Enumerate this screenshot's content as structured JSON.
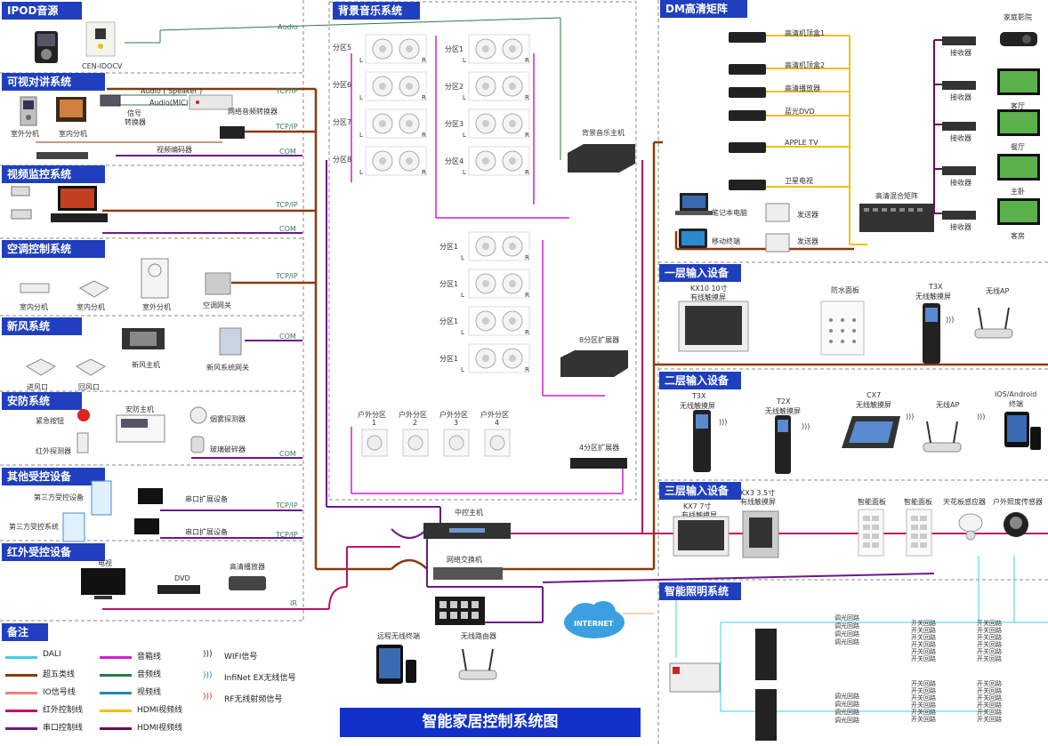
{
  "title": "智能家居控制系统图",
  "sections": {
    "ipod": "IPOD音源",
    "intercom": "可视对讲系统",
    "cctv": "视频监控系统",
    "hvac": "空调控制系统",
    "fresh_air": "新风系统",
    "security": "安防系统",
    "other_ctrl": "其他受控设备",
    "ir_ctrl": "红外受控设备",
    "bgm": "背景音乐系统",
    "dm_matrix": "DM高清矩阵",
    "input1": "一层输入设备",
    "input2": "二层输入设备",
    "input3": "三层输入设备",
    "lighting": "智能照明系统",
    "notes": "备注"
  },
  "line_labels": {
    "audio": "Audio",
    "tcpip": "TCP/IP",
    "com": "COM",
    "ir": "IR",
    "audio_speaker": "Audio ( Speaker )",
    "audio_mic": "Audio(MIC)"
  },
  "ipod": {
    "device": "CEN-IDOCV"
  },
  "intercom": {
    "outdoor": "室外分机",
    "indoor": "室内分机",
    "converter_1": "信号",
    "converter_2": "转换器",
    "net_audio": "网络音频转换器",
    "video_encoder": "视频编码器"
  },
  "hvac": {
    "indoor_1": "室内分机",
    "indoor_2": "室内分机",
    "outdoor": "室外分机",
    "gateway": "空调网关"
  },
  "fresh_air": {
    "host": "新风主机",
    "gateway": "新风系统网关",
    "inlet": "进风口",
    "return": "回风口"
  },
  "security": {
    "host": "安防主机",
    "panic": "紧急按钮",
    "smoke": "烟雾探测器",
    "ir_detector": "红外探测器",
    "glass": "玻璃破碎器"
  },
  "other_ctrl": {
    "third_party_1": "第三方受控设备",
    "third_party_2": "第三方受控系统",
    "serial_1": "串口扩展设备",
    "serial_2": "串口扩展设备"
  },
  "ir_ctrl": {
    "tv": "电视",
    "dvd": "DVD",
    "player": "高清播放器"
  },
  "bgm": {
    "zones_left": [
      "分区5",
      "分区6",
      "分区7",
      "分区8"
    ],
    "zones_right": [
      "分区1",
      "分区2",
      "分区3",
      "分区4"
    ],
    "zones_mid": [
      "分区1",
      "分区1",
      "分区1",
      "分区1"
    ],
    "outdoor_zones": [
      [
        "户外分区",
        "1"
      ],
      [
        "户外分区",
        "2"
      ],
      [
        "户外分区",
        "3"
      ],
      [
        "户外分区",
        "4"
      ]
    ],
    "L": "L",
    "R": "R",
    "main_host": "背景音乐主机",
    "expander_8": "8分区扩展器",
    "expander_4": "4分区扩展器"
  },
  "core": {
    "central": "中控主机",
    "switch": "网络交换机",
    "internet": "INTERNET",
    "remote": "远程无线终端",
    "router": "无线路由器"
  },
  "dm": {
    "sources": [
      "高清机顶盒1",
      "高清机顶盒2",
      "高清播放器",
      "蓝光DVD",
      "APPLE TV",
      "卫星电视"
    ],
    "laptop": "笔记本电脑",
    "mobile": "移动终端",
    "sender_1": "发送器",
    "sender_2": "发送器",
    "mixer": "高清混合矩阵",
    "receivers": [
      "接收器",
      "接收器",
      "接收器",
      "接收器",
      "接收器"
    ],
    "rooms": [
      "家庭影院",
      "客厅",
      "餐厅",
      "主卧",
      "客房"
    ]
  },
  "input1": {
    "kx10_1": "KX10 10寸",
    "kx10_2": "有线触摸屏",
    "waterproof": "防水面板",
    "t3x_1": "T3X",
    "t3x_2": "无线触摸屏",
    "ap": "无线AP"
  },
  "input2": {
    "t3x_1": "T3X",
    "t3x_2": "无线触摸屏",
    "t2x_1": "T2X",
    "t2x_2": "无线触摸屏",
    "cx7_1": "CX7",
    "cx7_2": "无线触摸屏",
    "ap": "无线AP",
    "ios_1": "IOS/Android",
    "ios_2": "终端"
  },
  "input3": {
    "kx7_1": "KX7 7寸",
    "kx7_2": "有线触摸屏",
    "kx3_1": "KX3 3.5寸",
    "kx3_2": "有线触摸屏",
    "panel_1": "智能面板",
    "panel_2": "智能面板",
    "ceiling": "天花板感应器",
    "outdoor_sensor": "户外照度传感器"
  },
  "lighting": {
    "col_a": [
      "调光回路",
      "调光回路",
      "调光回路",
      "调光回路"
    ],
    "col_b": [
      "开关回路",
      "开关回路",
      "开关回路",
      "开关回路",
      "开关回路",
      "开关回路"
    ]
  },
  "legend": {
    "left": [
      {
        "label": "DALI",
        "color": "#3fd0e0"
      },
      {
        "label": "超五类线",
        "color": "#8b3a0a"
      },
      {
        "label": "IO信号线",
        "color": "#f08080"
      },
      {
        "label": "红外控制线",
        "color": "#c0106a"
      },
      {
        "label": "串口控制线",
        "color": "#6a1a8a"
      }
    ],
    "mid": [
      {
        "label": "音箱线",
        "color": "#d020d0"
      },
      {
        "label": "音频线",
        "color": "#2a7a4a"
      },
      {
        "label": "视频线",
        "color": "#1a8ab0"
      },
      {
        "label": "HDMI视频线",
        "color": "#f0c010"
      },
      {
        "label": "HDMI视频线",
        "color": "#6a0a5a"
      }
    ],
    "signals": [
      "WIFI信号",
      "InfiNet EX无线信号",
      "RF无线射频信号"
    ]
  },
  "colors": {
    "header": "#1f3fbf",
    "cat5": "#8b3a0a",
    "speaker": "#d020d0",
    "audio": "#2a7a4a",
    "hdmi_yellow": "#f0c010",
    "hdmi_purple": "#6a0a5a",
    "serial": "#6a1a8a",
    "ir": "#c0106a",
    "dali": "#3fd0e0",
    "io": "#f08080",
    "video": "#1a8ab0"
  }
}
